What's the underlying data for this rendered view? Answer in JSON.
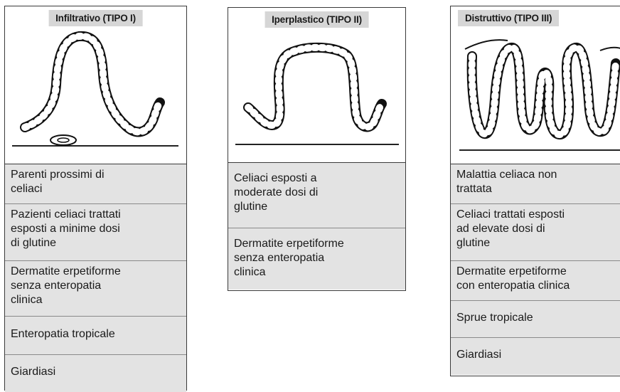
{
  "columns": [
    {
      "title": "Infiltrativo (TIPO I)",
      "items": [
        "Parenti prossimi di\nceliaci",
        "Pazienti celiaci trattati\nesposti a minime dosi\ndi glutine",
        "Dermatite erpetiforme\nsenza enteropatia\nclinica",
        "Enteropatia tropicale",
        "Giardiasi"
      ]
    },
    {
      "title": "Iperplastico (TIPO II)",
      "items": [
        "Celiaci esposti a\nmoderate dosi di\nglutine",
        "Dermatite erpetiforme\nsenza enteropatia\nclinica"
      ]
    },
    {
      "title": "Distruttivo (TIPO III)",
      "items": [
        "Malattia celiaca non\ntrattata",
        "Celiaci trattati esposti\nad elevate dosi di\nglutine",
        "Dermatite erpetiforme\ncon enteropatia clinica",
        "Sprue tropicale",
        "Giardiasi"
      ]
    }
  ]
}
